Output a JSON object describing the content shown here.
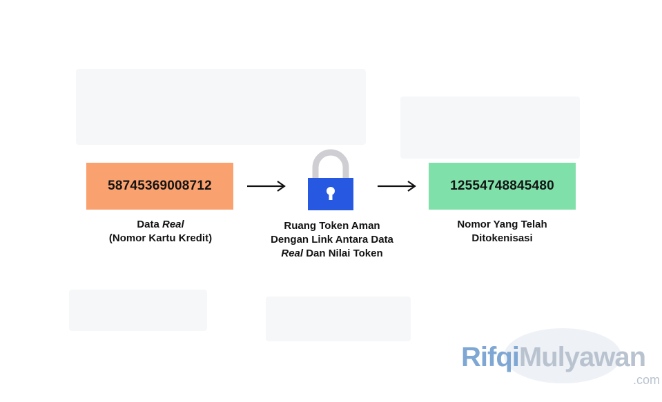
{
  "diagram": {
    "source": {
      "value": "58745369008712",
      "caption_line1_prefix": "Data ",
      "caption_line1_italic": "Real",
      "caption_line2": "(Nomor Kartu Kredit)",
      "color": "#f9a16f"
    },
    "vault": {
      "caption_line1": "Ruang Token Aman",
      "caption_line2": "Dengan Link Antara Data",
      "caption_line3_italic": "Real",
      "caption_line3_suffix": " Dan Nilai Token",
      "lock_body_color": "#2758e2",
      "lock_shackle_color": "#cfcfd3",
      "icon": "lock-icon"
    },
    "result": {
      "value": "12554748845480",
      "caption_line1": "Nomor Yang Telah",
      "caption_line2": "Ditokenisasi",
      "color": "#7fe0a9"
    },
    "arrows": [
      "arrow-right-icon",
      "arrow-right-icon"
    ]
  },
  "watermark": {
    "part1": "Rifqi",
    "part2": "Mulyawan",
    "domain": ".com"
  }
}
